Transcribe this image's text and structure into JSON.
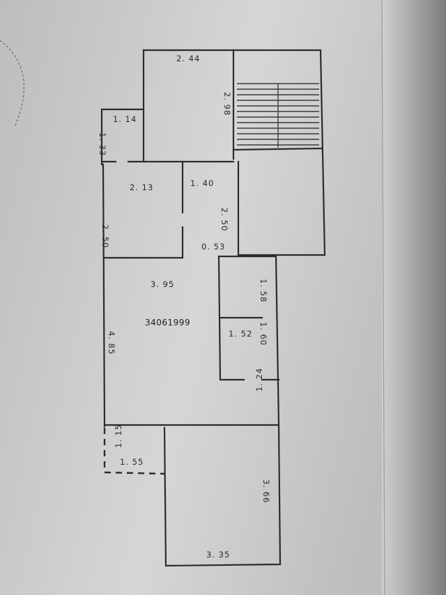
{
  "colors": {
    "paper_light": "#d6d6d6",
    "paper_mid": "#bdbdbd",
    "paper_dark": "#7d7d7d",
    "ink": "#2b2b2b"
  },
  "plan": {
    "id_label": "34061999",
    "labels": {
      "top_room_width": "2. 44",
      "stair_depth": "2. 98",
      "balcony_width": "1. 14",
      "balcony_depth": "1. 33",
      "small_room_width": "2. 13",
      "hall_width": "1. 40",
      "hall_depth": "2. 50",
      "small_room_depth": "2. 50",
      "corridor_gap": "0. 53",
      "living_width": "3. 95",
      "living_depth": "4. 85",
      "bath_upper_depth": "1. 58",
      "bath_width": "1. 52",
      "bath_depth": "1. 60",
      "passage_depth": "1. 24",
      "lower_balcony_depth": "1. 15",
      "lower_balcony_width": "1. 55",
      "bottom_room_depth": "3. 66",
      "bottom_room_width": "3. 35"
    }
  }
}
